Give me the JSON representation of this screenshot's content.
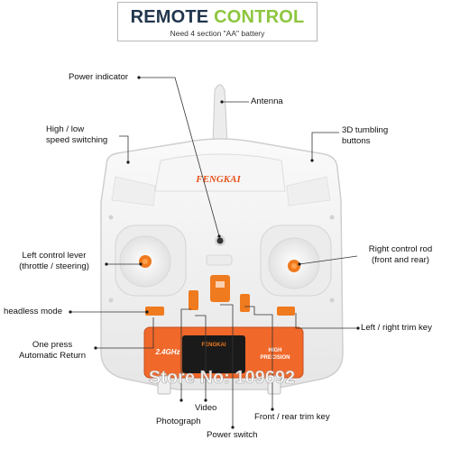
{
  "header": {
    "title_part1": "REMOTE",
    "title_part2": "CONTROL",
    "subtitle": "Need 4 section \"AA\" battery"
  },
  "brand": "FENGKAI",
  "panel": {
    "left_text": "2.4GHz",
    "center_text": "FENGKAI",
    "right_line1": "HIGH",
    "right_line2": "PRECISION"
  },
  "watermark": "Store No: 109692",
  "labels": {
    "power_indicator": "Power indicator",
    "antenna": "Antenna",
    "speed_switching": [
      "High / low",
      "speed switching"
    ],
    "tumbling": [
      "3D tumbling",
      "buttons"
    ],
    "left_lever": [
      "Left control lever",
      "(throttle / steering)"
    ],
    "right_rod": [
      "Right control rod",
      "(front and rear)"
    ],
    "headless": "headless mode",
    "lr_trim": "Left / right trim key",
    "return": [
      "One press",
      "Automatic Return"
    ],
    "video": "Video",
    "photograph": "Photograph",
    "fr_trim": "Front / rear trim key",
    "power_switch": "Power switch"
  },
  "colors": {
    "accent_orange": "#f07a1e",
    "title_dark": "#22364d",
    "title_green": "#8ec640",
    "body_white": "#f3f3f3",
    "body_shadow": "#d8d8d8"
  }
}
